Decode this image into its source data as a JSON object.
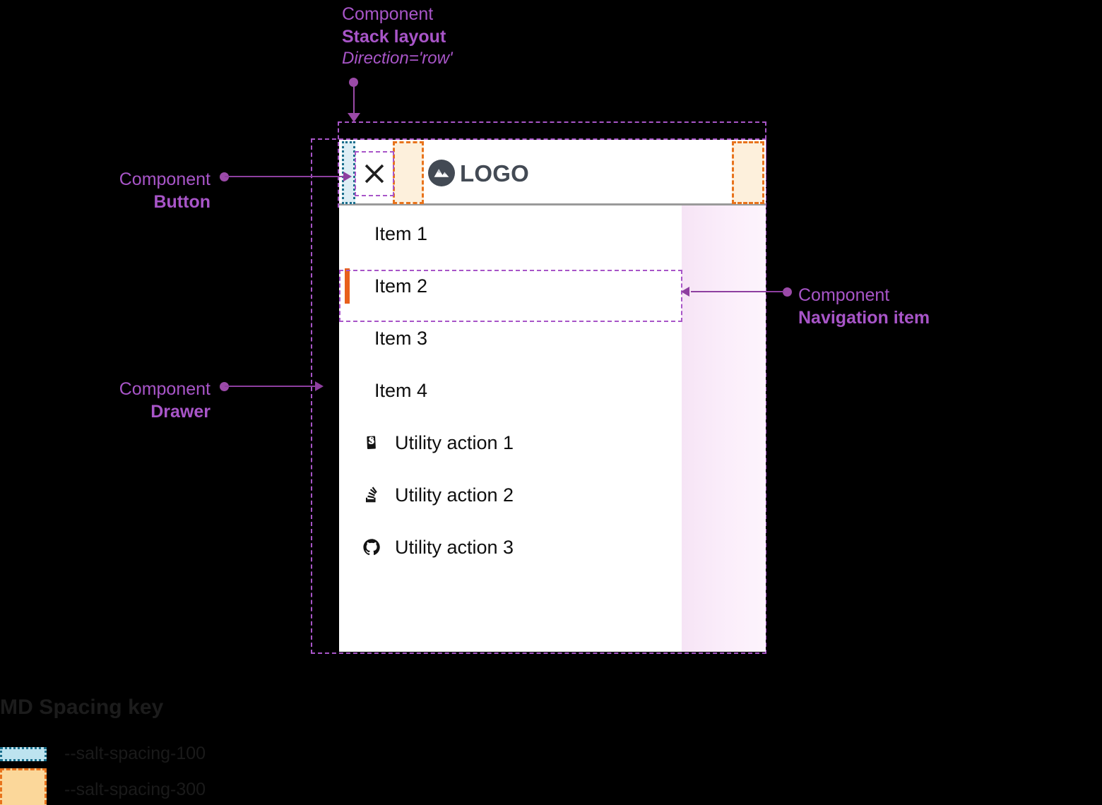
{
  "annotations": {
    "stack_layout": {
      "kind": "Component",
      "name": "Stack layout",
      "sub": "Direction='row'"
    },
    "button": {
      "kind": "Component",
      "name": "Button"
    },
    "drawer": {
      "kind": "Component",
      "name": "Drawer"
    },
    "navigation_item": {
      "kind": "Component",
      "name": "Navigation item"
    }
  },
  "drawer": {
    "header": {
      "close_icon": "close-icon",
      "logo_icon": "mountain-logo-icon",
      "logo_text": "LOGO"
    },
    "nav_items": [
      {
        "label": "Item 1",
        "selected": false
      },
      {
        "label": "Item 2",
        "selected": true
      },
      {
        "label": "Item 3",
        "selected": false
      },
      {
        "label": "Item 4",
        "selected": false
      }
    ],
    "utility_actions": [
      {
        "label": "Utility action 1",
        "icon": "storybook-icon"
      },
      {
        "label": "Utility action 2",
        "icon": "stack-overflow-icon"
      },
      {
        "label": "Utility action 3",
        "icon": "github-icon"
      }
    ]
  },
  "legend": {
    "title": "MD Spacing key",
    "rows": [
      {
        "label": "--salt-spacing-100",
        "swatch": "spacing-100-swatch"
      },
      {
        "label": "--salt-spacing-300",
        "swatch": "spacing-300-swatch"
      }
    ]
  },
  "colors": {
    "annotation": "#a855c8",
    "connector": "#8e3fa0",
    "selected_indicator": "#e8601c",
    "spacing_100_fill": "#bde3ef",
    "spacing_100_stroke": "#1b6f8c",
    "spacing_300_fill": "#fbd79a",
    "spacing_300_stroke": "#e8731c",
    "logo": "#434a54",
    "background": "#000000",
    "surface": "#ffffff"
  }
}
